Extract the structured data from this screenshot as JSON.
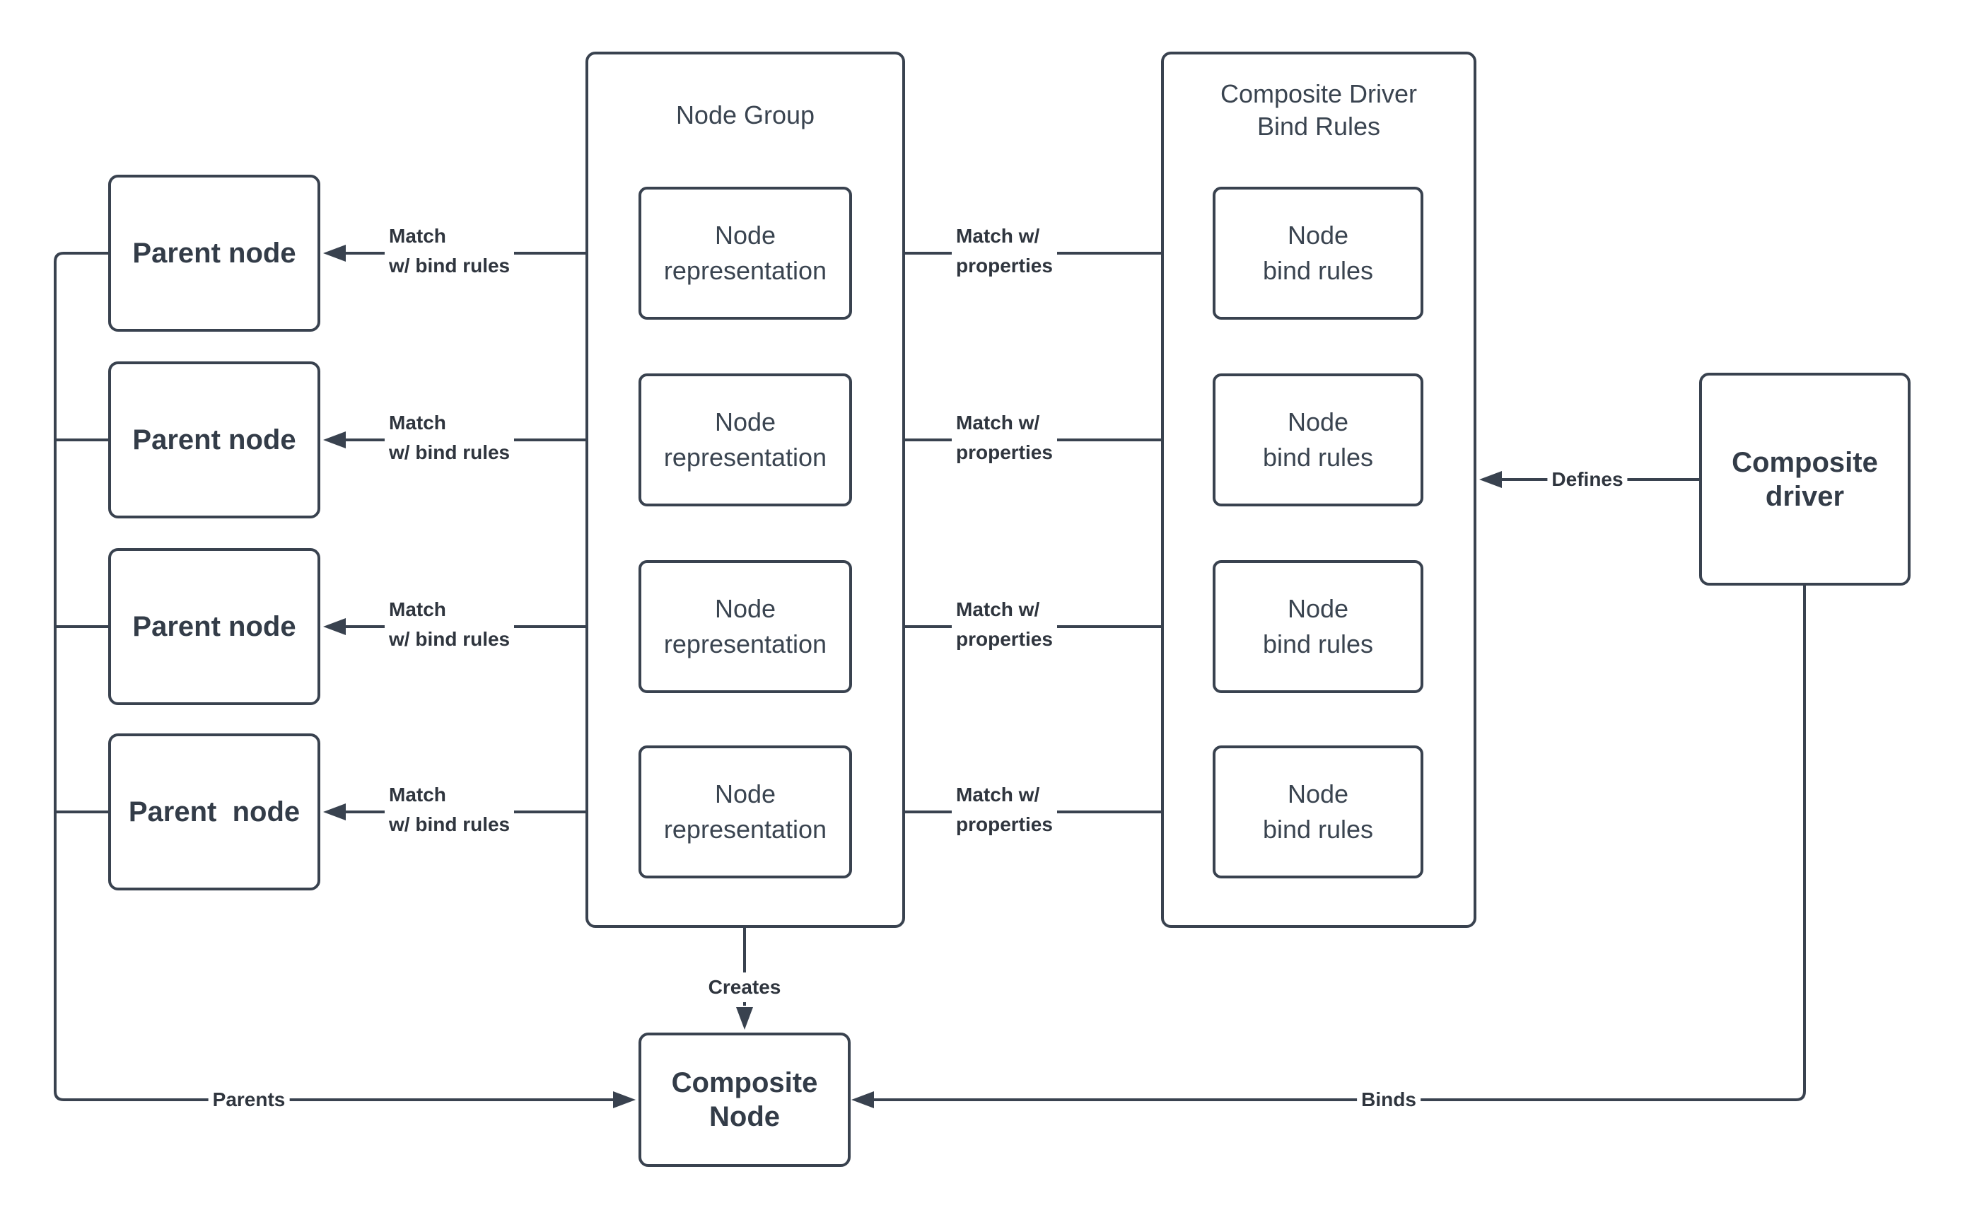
{
  "node_group": {
    "title": "Node Group"
  },
  "bind_rules_group": {
    "title": [
      "Composite Driver",
      "Bind Rules"
    ]
  },
  "rows": [
    {
      "parent_label": "Parent node",
      "match_bind_label": [
        "Match",
        "w/ bind rules"
      ],
      "representation_label": [
        "Node",
        "representation"
      ],
      "match_props_label": [
        "Match w/",
        "properties"
      ],
      "bind_rules_label": [
        "Node",
        "bind rules"
      ]
    },
    {
      "parent_label": "Parent node",
      "match_bind_label": [
        "Match",
        "w/ bind rules"
      ],
      "representation_label": [
        "Node",
        "representation"
      ],
      "match_props_label": [
        "Match w/",
        "properties"
      ],
      "bind_rules_label": [
        "Node",
        "bind rules"
      ]
    },
    {
      "parent_label": "Parent node",
      "match_bind_label": [
        "Match",
        "w/ bind rules"
      ],
      "representation_label": [
        "Node",
        "representation"
      ],
      "match_props_label": [
        "Match w/",
        "properties"
      ],
      "bind_rules_label": [
        "Node",
        "bind rules"
      ]
    },
    {
      "parent_label": "Parent  node",
      "match_bind_label": [
        "Match",
        "w/ bind rules"
      ],
      "representation_label": [
        "Node",
        "representation"
      ],
      "match_props_label": [
        "Match w/",
        "properties"
      ],
      "bind_rules_label": [
        "Node",
        "bind rules"
      ]
    }
  ],
  "composite_driver": {
    "label": [
      "Composite",
      "driver"
    ]
  },
  "composite_node": {
    "label": [
      "Composite",
      "Node"
    ]
  },
  "edges": {
    "defines": "Defines",
    "creates": "Creates",
    "parents": "Parents",
    "binds": "Binds"
  },
  "colors": {
    "stroke": "#39424F",
    "box_text": "#3A4450",
    "edge_label_text": "#2F353E",
    "background": "#FFFFFF"
  }
}
